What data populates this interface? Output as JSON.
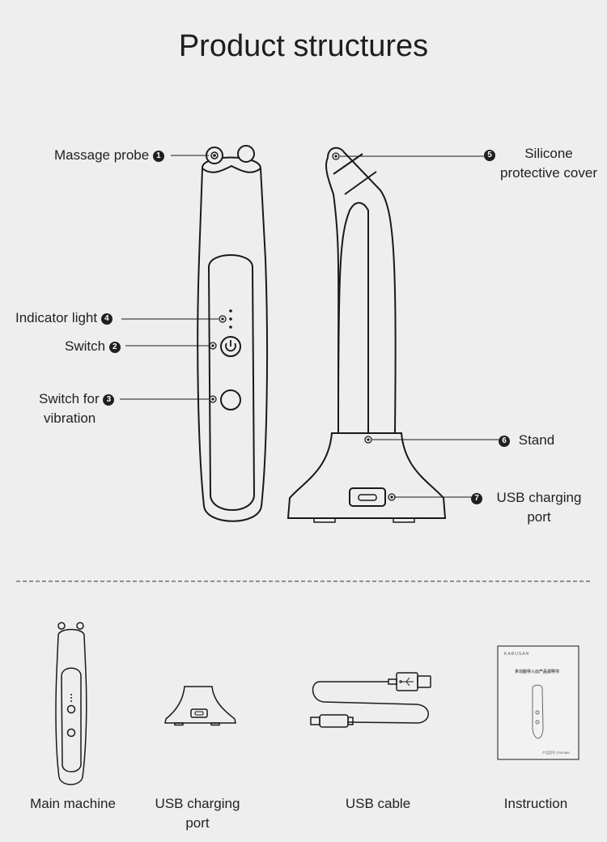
{
  "title": "Product structures",
  "callouts": [
    {
      "n": "1",
      "text": "Massage probe"
    },
    {
      "n": "2",
      "text": "Switch"
    },
    {
      "n": "3",
      "text": "Switch for",
      "text2": "vibration"
    },
    {
      "n": "4",
      "text": "Indicator light"
    },
    {
      "n": "5",
      "text": "Silicone",
      "text2": "protective cover"
    },
    {
      "n": "6",
      "text": "Stand"
    },
    {
      "n": "7",
      "text": "USB charging",
      "text2": "port"
    }
  ],
  "contents": [
    {
      "label": "Main machine"
    },
    {
      "label": "USB charging",
      "label2": "port"
    },
    {
      "label": "USB cable"
    },
    {
      "label": "Instruction"
    }
  ],
  "manual": {
    "brand": "KARUSAN",
    "heading": "多功能导入仪产品说明书",
    "footer": "产品型号 CSN-689"
  }
}
